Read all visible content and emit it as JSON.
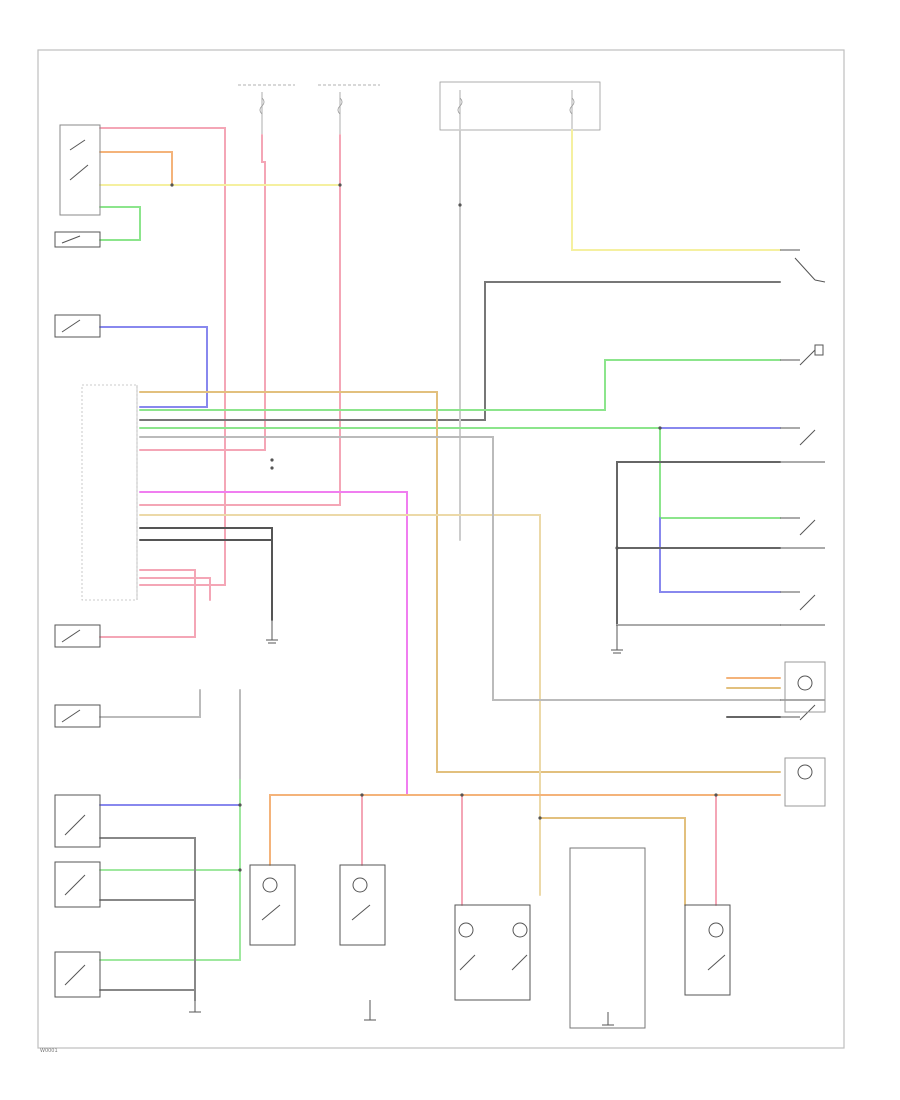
{
  "diagram": {
    "footer_code": "W0001"
  },
  "colors": {
    "frame": "#bfbfbf",
    "outline": "#666666",
    "red_pink": "#f4a6b6",
    "pink": "#f2b2c0",
    "orange": "#f4b37a",
    "yellow": "#f5f0a0",
    "green": "#8ce58c",
    "lt_green": "#9fe89f",
    "blue": "#8888ee",
    "dark": "#555555",
    "gray": "#aaaaaa",
    "tan": "#e2c07e",
    "magenta": "#f07ef0",
    "wheat": "#ecd9a8"
  },
  "components": {
    "top_left_switch": "switch",
    "left_switches": [
      "switch",
      "switch",
      "switch",
      "switch"
    ],
    "bottom_left_switches": [
      "switch",
      "switch",
      "switch"
    ],
    "right_switches": [
      "switch",
      "switch",
      "switch",
      "switch",
      "switch",
      "switch"
    ],
    "bottom_lamps": [
      "lamp",
      "lamp",
      "lamp",
      "lamp",
      "lamp"
    ],
    "right_lamps": [
      "lamp",
      "lamp"
    ]
  }
}
